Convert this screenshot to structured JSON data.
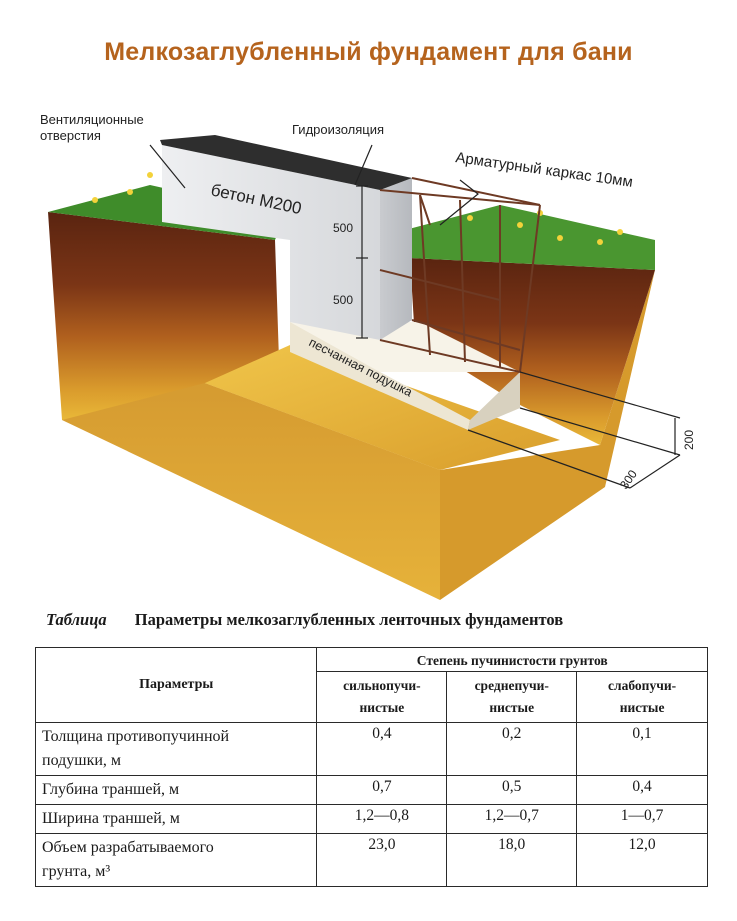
{
  "title": "Мелкозаглубленный фундамент для бани",
  "diagram": {
    "labels": {
      "vents": [
        "Вентиляционные",
        "отверстия"
      ],
      "waterproofing": "Гидроизоляция",
      "rebar": "Арматурный каркас 10мм",
      "concrete": "бетон М200",
      "sand": "песчанная подушка",
      "dim_upper": "500",
      "dim_lower": "500",
      "dim_height": "200",
      "dim_width": "300"
    },
    "colors": {
      "title": "#b5631d",
      "concrete": "#e4e5e7",
      "sand_cushion": "#f2ede0",
      "soil": "#6b2e16",
      "sand_ground": "#e8b632",
      "grass": "#3f8c2a"
    }
  },
  "table": {
    "caption_label": "Таблица",
    "caption": "Параметры мелкозаглубленных ленточных фундаментов",
    "param_header": "Параметры",
    "group_header": "Степень пучинистости грунтов",
    "columns": [
      {
        "line1": "сильнопучи-",
        "line2": "нистые"
      },
      {
        "line1": "среднепучи-",
        "line2": "нистые"
      },
      {
        "line1": "слабопучи-",
        "line2": "нистые"
      }
    ],
    "rows": [
      {
        "param_line1": "Толщина противопучинной",
        "param_line2": "подушки, м",
        "values": [
          "0,4",
          "0,2",
          "0,1"
        ]
      },
      {
        "param_line1": "Глубина траншей, м",
        "param_line2": "",
        "values": [
          "0,7",
          "0,5",
          "0,4"
        ]
      },
      {
        "param_line1": "Ширина траншей, м",
        "param_line2": "",
        "values": [
          "1,2—0,8",
          "1,2—0,7",
          "1—0,7"
        ]
      },
      {
        "param_line1": "Объем разрабатываемого",
        "param_line2": "грунта, м³",
        "values": [
          "23,0",
          "18,0",
          "12,0"
        ]
      }
    ]
  }
}
